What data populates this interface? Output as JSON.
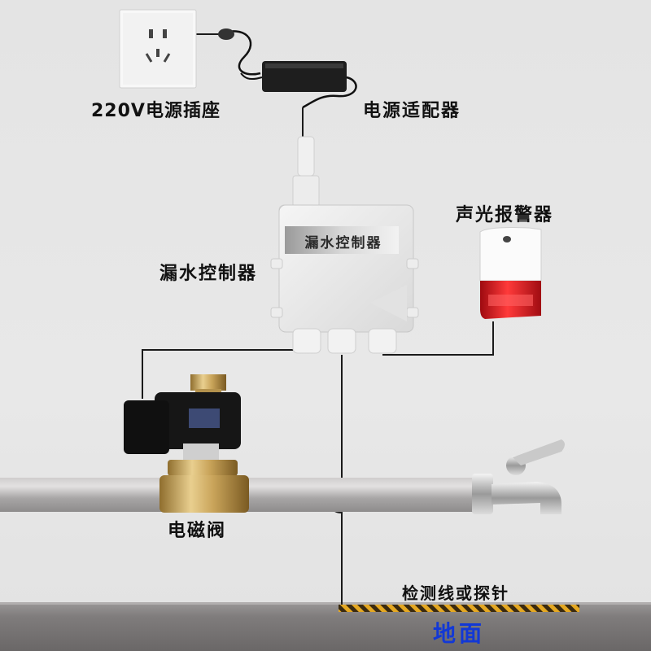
{
  "labels": {
    "socket": "220V电源插座",
    "adapter": "电源适配器",
    "controller": "漏水控制器",
    "controller_plate": "漏水控制器",
    "alarm": "声光报警器",
    "valve": "电磁阀",
    "probe": "检测线或探针",
    "ground": "地面"
  },
  "colors": {
    "wall": "#e6e6e6",
    "floor": "#8a8787",
    "pipe": "#b3b1b1",
    "wire": "#1a1a1a",
    "brass": "#c9a45a",
    "alarm_red": "#e0161d",
    "probe_stripe": "#d89a1a",
    "ground_text": "#1238d6"
  },
  "icons": [
    "socket-icon",
    "adapter-icon",
    "controller-icon",
    "alarm-icon",
    "valve-icon",
    "faucet-icon",
    "probe-icon"
  ]
}
